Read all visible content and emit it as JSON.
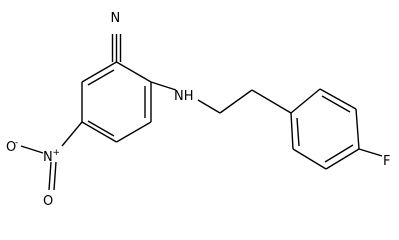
{
  "molecule": {
    "atoms": {
      "nitrile_n": "N",
      "amine": "NH",
      "nitro_n": "N",
      "nitro_n_charge": "+",
      "nitro_o_left": "O",
      "nitro_o_left_charge": "-",
      "nitro_o_bottom": "O",
      "fluorine": "F"
    }
  }
}
